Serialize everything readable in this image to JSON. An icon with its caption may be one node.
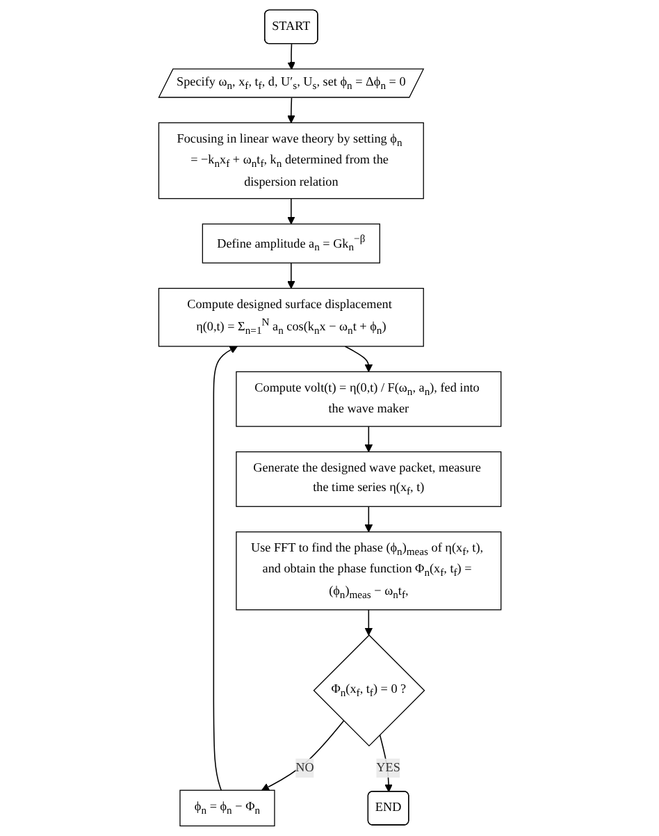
{
  "diagram": {
    "nodes": [
      {
        "text": [
          "START"
        ]
      },
      {
        "text": [
          "Specify ω$_{n}$, x$_{f}$, t$_{f}$, d, U′$_{s}$, U$_{s}$, set ϕ$_{n}$ = Δϕ$_{n}$ = 0"
        ]
      },
      {
        "text": [
          "Focusing in linear wave theory by setting ϕ$_{n}$ = −k$_{n}$x$_{f}$ + ω$_{n}$t$_{f}$, k$_{n}$ determined from the dispersion relation"
        ]
      },
      {
        "text": [
          "Define amplitude a$_{n}$ = Gk$_{n}$$^{−β}$"
        ]
      },
      {
        "text": [
          "Compute designed surface displacement η(0,t) = Σ$_{n=1}$$^{N}$ a$_{n}$ cos(k$_{n}$x − ω$_{n}$t + ϕ$_{n}$)"
        ]
      },
      {
        "text": [
          "Compute volt(t) = η(0,t) / F(ω$_{n}$, a$_{n}$), fed into the wave maker"
        ]
      },
      {
        "text": [
          "Generate the designed wave packet, measure the time series η(x$_{f}$, t)"
        ]
      },
      {
        "text": [
          "Use FFT to find the phase (ϕ$_{n}$)$_{meas}$ of η(x$_{f}$, t), and obtain the phase function Φ$_{n}$(x$_{f}$, t$_{f}$) = (ϕ$_{n}$)$_{meas}$ − ω$_{n}$t$_{f}$,"
        ]
      },
      {
        "text": [
          "Φ$_{n}$(x$_{f}$, t$_{f}$) = 0 ?"
        ]
      },
      {
        "text": [
          "ϕ$_{n}$ = ϕ$_{n}$ − Φ$_{n}$"
        ]
      },
      {
        "text": [
          "END"
        ]
      }
    ],
    "edges": [
      {
        "from": 0,
        "to": 1,
        "arrow": "to"
      },
      {
        "from": 1,
        "to": 2,
        "arrow": "to"
      },
      {
        "from": 2,
        "to": 3,
        "arrow": "to"
      },
      {
        "from": 3,
        "to": 4,
        "arrow": "to"
      },
      {
        "from": 4,
        "to": 5,
        "arrow": "to"
      },
      {
        "from": 5,
        "to": 6,
        "arrow": "to"
      },
      {
        "from": 6,
        "to": 7,
        "arrow": "to"
      },
      {
        "from": 7,
        "to": 8,
        "arrow": "to"
      },
      {
        "from": 8,
        "to": 9,
        "label": "NO",
        "arrow": "to"
      },
      {
        "from": 9,
        "to": 4,
        "arrow": "to"
      },
      {
        "from": 8,
        "to": 10,
        "label": "YES",
        "arrow": "to"
      }
    ]
  }
}
